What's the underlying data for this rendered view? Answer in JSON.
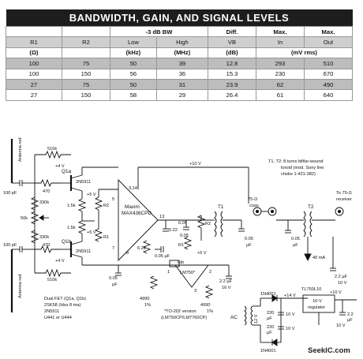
{
  "table": {
    "title": "BANDWIDTH, GAIN, AND SIGNAL LEVELS",
    "header1": [
      "",
      "",
      "-3 dB BW",
      "",
      "Diff.",
      "Max.",
      "Max."
    ],
    "header2": [
      "R1",
      "R2",
      "Low",
      "High",
      "VB",
      "In",
      "Out"
    ],
    "units": [
      "(Ω)",
      "",
      "(kHz)",
      "(MHz)",
      "(dB)",
      "(mV rms)",
      ""
    ],
    "rows": [
      [
        "100",
        "75",
        "50",
        "39",
        "12.8",
        "293",
        "510"
      ],
      [
        "100",
        "150",
        "56",
        "36",
        "15.3",
        "230",
        "670"
      ],
      [
        "27",
        "75",
        "50",
        "31",
        "23.9",
        "62",
        "490"
      ],
      [
        "27",
        "150",
        "58",
        "29",
        "26.4",
        "61",
        "640"
      ]
    ]
  },
  "schematic": {
    "antenna_top": "Antenna rod",
    "antenna_bottom": "Antenna rod",
    "r_510k_top": "510k",
    "r_510k_bottom": "510k",
    "r_470_top": "470",
    "r_470_bottom": "470",
    "r_330k_top": "330k",
    "r_330k_bottom": "330k",
    "r_50k": "50k",
    "r_1k5_top": "1.5k",
    "r_1k5_bottom": "1.5k",
    "cap_100pf_top": "100 pF",
    "cap_100pf_bottom": "100 pF",
    "v4_top": "+4 V",
    "v4_bottom": "+4 V",
    "v5_left_top": "+5 V",
    "v5_left_bottom": "+5 V",
    "q1a": "Q1a",
    "q1b": "Q1b",
    "q_part_top": "2N5911",
    "q_part_bottom": "2N5911",
    "r2_left": "R2",
    "r1": "R1",
    "amp_name": "Maxim",
    "amp_part": "MAX436CPD",
    "amp_pin_top": "3,14",
    "amp_pin_13": "13",
    "amp_pin_5": "5",
    "amp_pin_7": "7",
    "amp_pin_8": "8",
    "v10_top": "+10 V",
    "r_62k": "6.2k",
    "cap_022": "0.22",
    "cap_005_a": "0.05",
    "cap_005_b": "0.05 µF",
    "cap_005_c": "0.05",
    "cap_005_bottom": "0.05",
    "cap_uf_bottom": "µF",
    "r2_right": "R2",
    "r1_right": "R1",
    "v5_right": "+5 V",
    "tab": "Tab",
    "lm_part": "LM750*",
    "pin_1": "1",
    "pin_2": "2",
    "pin_3": "3",
    "r_4990_left": "4990",
    "r_4990_left_tol": "1%",
    "r_4990_right": "4990",
    "r_4990_right_tol": "1%",
    "to202_note_1": "*TO-202 version",
    "to202_note_2": "(LM750CP/LM7760CP)",
    "cap_22uf": "2.2 µF",
    "cap_22uf_v": "16 V",
    "t1": "T1",
    "t1_out": "75-Ω",
    "t1_out2": "coax",
    "cap_005_t1": "0.05",
    "cap_uf_t1": "µF",
    "t2": "T2",
    "cap_005_t2": "0.05",
    "cap_uf_t2": "µF",
    "current": "40 mA",
    "cap_22uf_right": "2.2 µF",
    "cap_22uf_right_v": "10 V",
    "note_t1t2_1": "T1, T2:  8 turns bifilar-wound",
    "note_t1t2_2": "toroid (mod. Sony line",
    "note_t1t2_3": "choke 1-421-382)",
    "receiver_1": "To 75-Ω",
    "receiver_2": "receiver",
    "fet_note_1": "Dual FET (Q1a, Q1b)",
    "fet_note_2": "2SK58 (Idss 8 ma)",
    "fet_note_3": "2N5911",
    "fet_note_4": "U441 or U444",
    "ac": "AC",
    "transformer_v": "12 V",
    "d_top": "1N4001",
    "d_bottom": "1N4001",
    "v14": "+14 V",
    "cap_220_1": "220",
    "cap_220_1b": "µF",
    "cap_220_2": "220",
    "cap_220_2b": "µF",
    "cap_10v_1": "10 V",
    "cap_10v_2": "10 V",
    "reg_part": "TL750L10",
    "reg_line1": "10-V",
    "reg_line2": "regulator",
    "v10_out": "+10 V",
    "cap_reg": "2.2",
    "cap_reg_b": "µF",
    "cap_reg_v": "10 V",
    "watermark": "SeekIC.com"
  }
}
